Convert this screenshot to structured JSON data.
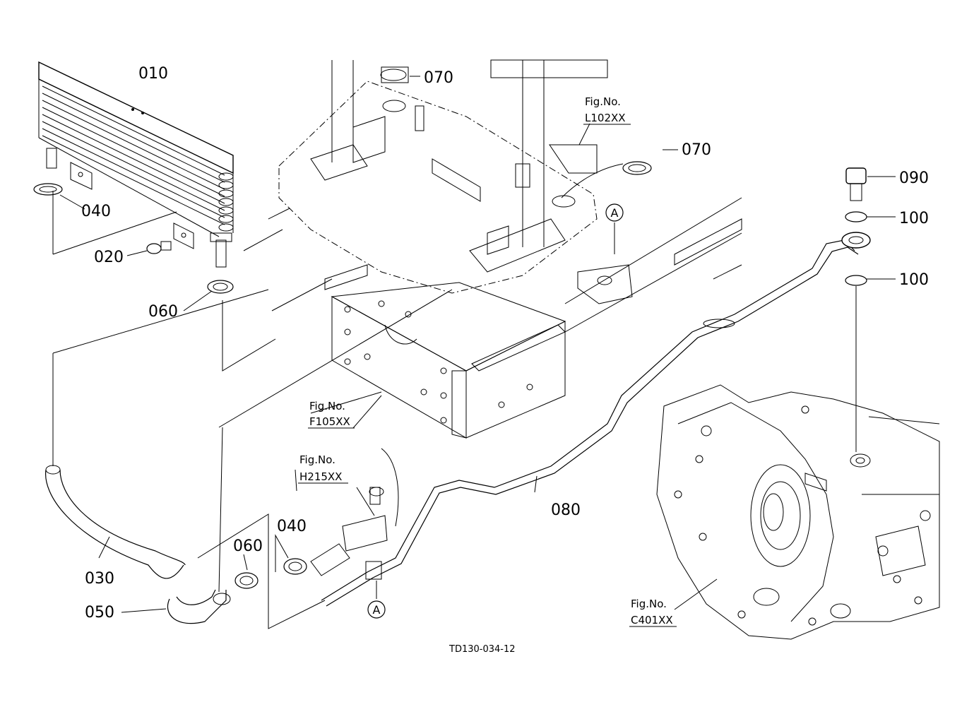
{
  "diagram": {
    "reference_code": "TD130-034-12",
    "part_labels": {
      "p010": "010",
      "p020": "020",
      "p030": "030",
      "p040_top": "040",
      "p040_bottom": "040",
      "p050": "050",
      "p060_top": "060",
      "p060_bottom": "060",
      "p070_top": "070",
      "p070_right": "070",
      "p080": "080",
      "p090": "090",
      "p100_top": "100",
      "p100_bottom": "100"
    },
    "figure_refs": {
      "l102": {
        "title": "Fig.No.",
        "code": "L102XX"
      },
      "f105": {
        "title": "Fig.No.",
        "code": "F105XX"
      },
      "h215": {
        "title": "Fig.No.",
        "code": "H215XX"
      },
      "c401": {
        "title": "Fig.No.",
        "code": "C401XX"
      }
    },
    "connection_markers": {
      "top": "A",
      "bottom": "A"
    }
  }
}
